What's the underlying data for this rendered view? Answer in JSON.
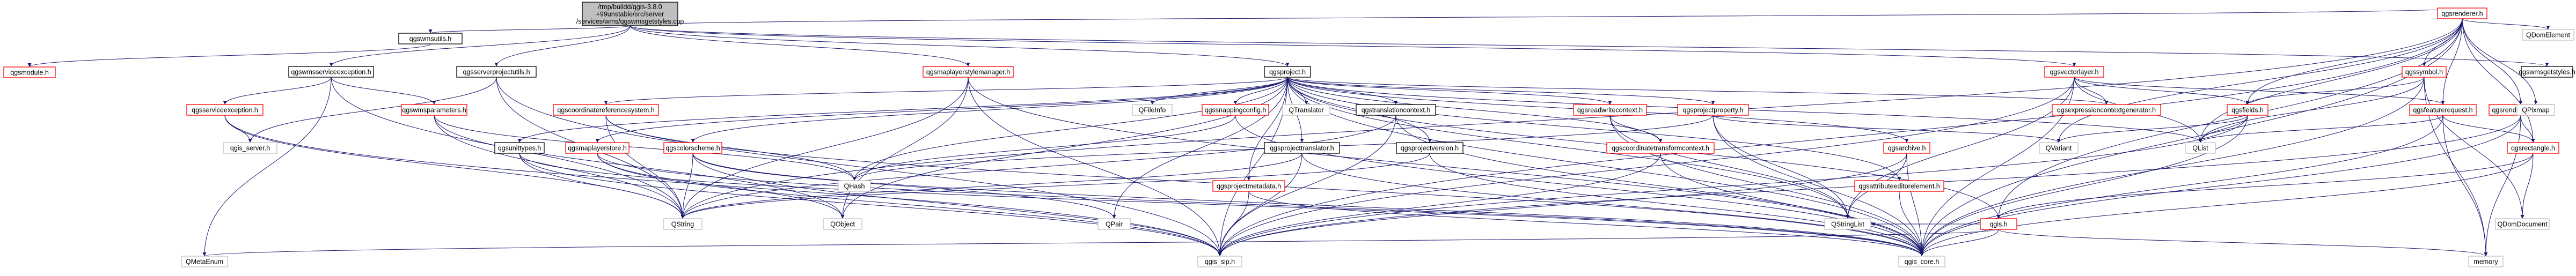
{
  "colors": {
    "edge": "#191970",
    "box_border_black": "#000000",
    "box_border_red": "#ff0000",
    "box_border_grey": "#bfbfbf",
    "box_fill_white": "#ffffff",
    "root_fill": "#bfbfbf",
    "text": "#000000"
  },
  "nodes": [
    {
      "id": "root",
      "lines": [
        "/tmp/buildd/qgis-3.8.0",
        "+99unstable/src/server",
        "/services/wms/qgswmsgetstyles.cpp"
      ],
      "kind": "root"
    },
    {
      "id": "qgswmsutils",
      "lines": [
        "qgswmsutils.h"
      ],
      "kind": "normal"
    },
    {
      "id": "qgsmodule",
      "lines": [
        "qgsmodule.h"
      ],
      "kind": "red"
    },
    {
      "id": "qgswmsserviceexception",
      "lines": [
        "qgswmsserviceexception.h"
      ],
      "kind": "normal"
    },
    {
      "id": "qgsserviceexception",
      "lines": [
        "qgsserviceexception.h"
      ],
      "kind": "red"
    },
    {
      "id": "qgis_server",
      "lines": [
        "qgis_server.h"
      ],
      "kind": "grey"
    },
    {
      "id": "qgswmsparameters",
      "lines": [
        "qgswmsparameters.h"
      ],
      "kind": "red"
    },
    {
      "id": "qgsserverprojectutils",
      "lines": [
        "qgsserverprojectutils.h"
      ],
      "kind": "normal"
    },
    {
      "id": "qgscoordinatereferencesystem",
      "lines": [
        "qgscoordinatereferencesystem.h"
      ],
      "kind": "red"
    },
    {
      "id": "qgsunittypes",
      "lines": [
        "qgsunittypes.h"
      ],
      "kind": "normal"
    },
    {
      "id": "qgsmaplayerstore",
      "lines": [
        "qgsmaplayerstore.h"
      ],
      "kind": "red"
    },
    {
      "id": "qgscolorscheme",
      "lines": [
        "qgscolorscheme.h"
      ],
      "kind": "red"
    },
    {
      "id": "qgsmaplayerstylemanager",
      "lines": [
        "qgsmaplayerstylemanager.h"
      ],
      "kind": "red"
    },
    {
      "id": "qgsproject",
      "lines": [
        "qgsproject.h"
      ],
      "kind": "normal"
    },
    {
      "id": "qgssnappingconfig",
      "lines": [
        "qgssnappingconfig.h"
      ],
      "kind": "red"
    },
    {
      "id": "qgstranslationcontext",
      "lines": [
        "qgstranslationcontext.h"
      ],
      "kind": "normal"
    },
    {
      "id": "qgsreadwritecontext",
      "lines": [
        "qgsreadwritecontext.h"
      ],
      "kind": "red"
    },
    {
      "id": "qgsprojectproperty",
      "lines": [
        "qgsprojectproperty.h"
      ],
      "kind": "red"
    },
    {
      "id": "qgsarchive",
      "lines": [
        "qgsarchive.h"
      ],
      "kind": "red"
    },
    {
      "id": "qgsprojecttranslator",
      "lines": [
        "qgsprojecttranslator.h"
      ],
      "kind": "normal"
    },
    {
      "id": "qgsprojectversion",
      "lines": [
        "qgsprojectversion.h"
      ],
      "kind": "normal"
    },
    {
      "id": "qgsprojectmetadata",
      "lines": [
        "qgsprojectmetadata.h"
      ],
      "kind": "red"
    },
    {
      "id": "qgscoordinatetransformcontext",
      "lines": [
        "qgscoordinatetransformcontext.h"
      ],
      "kind": "red"
    },
    {
      "id": "qgsattributeeditorelement",
      "lines": [
        "qgsattributeeditorelement.h"
      ],
      "kind": "red"
    },
    {
      "id": "qgsvectorlayer",
      "lines": [
        "qgsvectorlayer.h"
      ],
      "kind": "red"
    },
    {
      "id": "qgsexpressioncontextgenerator",
      "lines": [
        "qgsexpressioncontextgenerator.h"
      ],
      "kind": "red"
    },
    {
      "id": "qgsfields",
      "lines": [
        "qgsfields.h"
      ],
      "kind": "red"
    },
    {
      "id": "qgsrenderer",
      "lines": [
        "qgsrenderer.h"
      ],
      "kind": "red"
    },
    {
      "id": "qgssymbol",
      "lines": [
        "qgssymbol.h"
      ],
      "kind": "red"
    },
    {
      "id": "qgsfeaturerequest",
      "lines": [
        "qgsfeaturerequest.h"
      ],
      "kind": "red"
    },
    {
      "id": "qgsrendercontext",
      "lines": [
        "qgsrendercontext.h"
      ],
      "kind": "red"
    },
    {
      "id": "qgsrectangle",
      "lines": [
        "qgsrectangle.h"
      ],
      "kind": "red"
    },
    {
      "id": "qgswmsgetstyles",
      "lines": [
        "qgswmsgetstyles.h"
      ],
      "kind": "normal"
    },
    {
      "id": "qgsh",
      "lines": [
        "qgis.h"
      ],
      "kind": "red"
    },
    {
      "id": "qgis_sip",
      "lines": [
        "qgis_sip.h"
      ],
      "kind": "grey"
    },
    {
      "id": "qgis_core",
      "lines": [
        "qgis_core.h"
      ],
      "kind": "grey"
    },
    {
      "id": "QMetaEnum",
      "lines": [
        "QMetaEnum"
      ],
      "kind": "grey"
    },
    {
      "id": "QString",
      "lines": [
        "QString"
      ],
      "kind": "grey"
    },
    {
      "id": "QObject",
      "lines": [
        "QObject"
      ],
      "kind": "grey"
    },
    {
      "id": "QHash",
      "lines": [
        "QHash"
      ],
      "kind": "grey"
    },
    {
      "id": "QPair",
      "lines": [
        "QPair"
      ],
      "kind": "grey"
    },
    {
      "id": "QFileInfo",
      "lines": [
        "QFileInfo"
      ],
      "kind": "grey"
    },
    {
      "id": "QTranslator",
      "lines": [
        "QTranslator"
      ],
      "kind": "grey"
    },
    {
      "id": "QStringList",
      "lines": [
        "QStringList"
      ],
      "kind": "grey"
    },
    {
      "id": "QVariant",
      "lines": [
        "QVariant"
      ],
      "kind": "grey"
    },
    {
      "id": "QList",
      "lines": [
        "QList"
      ],
      "kind": "grey"
    },
    {
      "id": "QPixmap",
      "lines": [
        "QPixmap"
      ],
      "kind": "grey"
    },
    {
      "id": "QDomElement",
      "lines": [
        "QDomElement"
      ],
      "kind": "grey"
    },
    {
      "id": "QDomDocument",
      "lines": [
        "QDomDocument"
      ],
      "kind": "grey"
    },
    {
      "id": "memory",
      "lines": [
        "memory"
      ],
      "kind": "grey"
    }
  ],
  "edges": [
    [
      "root",
      "qgswmsutils"
    ],
    [
      "root",
      "qgswmsserviceexception"
    ],
    [
      "root",
      "qgsserverprojectutils"
    ],
    [
      "root",
      "qgsmaplayerstylemanager"
    ],
    [
      "root",
      "qgsproject"
    ],
    [
      "root",
      "qgsvectorlayer"
    ],
    [
      "root",
      "qgsrenderer"
    ],
    [
      "root",
      "qgswmsgetstyles"
    ],
    [
      "qgswmsutils",
      "qgsmodule"
    ],
    [
      "qgswmsserviceexception",
      "qgsserviceexception"
    ],
    [
      "qgswmsserviceexception",
      "qgswmsparameters"
    ],
    [
      "qgswmsserviceexception",
      "QString"
    ],
    [
      "qgswmsserviceexception",
      "QMetaEnum"
    ],
    [
      "qgsserviceexception",
      "qgis_server"
    ],
    [
      "qgsserviceexception",
      "QString"
    ],
    [
      "qgsserviceexception",
      "qgis_sip"
    ],
    [
      "qgswmsparameters",
      "QString"
    ],
    [
      "qgswmsparameters",
      "QObject"
    ],
    [
      "qgswmsparameters",
      "QHash"
    ],
    [
      "qgsserverprojectutils",
      "qgis_server"
    ],
    [
      "qgsserverprojectutils",
      "QString"
    ],
    [
      "qgsserverprojectutils",
      "qgis_sip"
    ],
    [
      "qgsproject",
      "qgscoordinatereferencesystem"
    ],
    [
      "qgsproject",
      "qgsunittypes"
    ],
    [
      "qgsproject",
      "qgsmaplayerstore"
    ],
    [
      "qgsproject",
      "qgscolorscheme"
    ],
    [
      "qgsproject",
      "qgssnappingconfig"
    ],
    [
      "qgsproject",
      "qgstranslationcontext"
    ],
    [
      "qgsproject",
      "qgsreadwritecontext"
    ],
    [
      "qgsproject",
      "qgsprojectproperty"
    ],
    [
      "qgsproject",
      "qgsarchive"
    ],
    [
      "qgsproject",
      "qgsprojecttranslator"
    ],
    [
      "qgsproject",
      "qgsprojectversion"
    ],
    [
      "qgsproject",
      "qgsprojectmetadata"
    ],
    [
      "qgsproject",
      "qgscoordinatetransformcontext"
    ],
    [
      "qgsproject",
      "qgsattributeeditorelement"
    ],
    [
      "qgsproject",
      "qgsexpressioncontextgenerator"
    ],
    [
      "qgsproject",
      "QFileInfo"
    ],
    [
      "qgsproject",
      "QTranslator"
    ],
    [
      "qgsproject",
      "QHash"
    ],
    [
      "qgsproject",
      "QList"
    ],
    [
      "qgsproject",
      "QStringList"
    ],
    [
      "qgsproject",
      "qgis_core"
    ],
    [
      "qgsproject",
      "qgis_sip"
    ],
    [
      "qgsproject",
      "QPair"
    ],
    [
      "qgsproject",
      "QObject"
    ],
    [
      "qgsproject",
      "qgsh"
    ],
    [
      "qgscoordinatereferencesystem",
      "QString"
    ],
    [
      "qgscoordinatereferencesystem",
      "QHash"
    ],
    [
      "qgscoordinatereferencesystem",
      "qgis_core"
    ],
    [
      "qgsunittypes",
      "QString"
    ],
    [
      "qgsunittypes",
      "qgis_core"
    ],
    [
      "qgsunittypes",
      "qgis_sip"
    ],
    [
      "qgsmaplayerstore",
      "QObject"
    ],
    [
      "qgsmaplayerstore",
      "qgis_core"
    ],
    [
      "qgsmaplayerstore",
      "qgis_sip"
    ],
    [
      "qgscolorscheme",
      "QString"
    ],
    [
      "qgscolorscheme",
      "QPair"
    ],
    [
      "qgscolorscheme",
      "qgis_core"
    ],
    [
      "qgscolorscheme",
      "qgis_sip"
    ],
    [
      "qgsmaplayerstylemanager",
      "QObject"
    ],
    [
      "qgsmaplayerstylemanager",
      "qgis_core"
    ],
    [
      "qgsmaplayerstylemanager",
      "qgis_sip"
    ],
    [
      "qgsmaplayerstylemanager",
      "QString"
    ],
    [
      "qgssnappingconfig",
      "QHash"
    ],
    [
      "qgssnappingconfig",
      "qgis_core"
    ],
    [
      "qgstranslationcontext",
      "QString"
    ],
    [
      "qgstranslationcontext",
      "qgis_core"
    ],
    [
      "qgstranslationcontext",
      "qgis_sip"
    ],
    [
      "qgsreadwritecontext",
      "qgscoordinatetransformcontext"
    ],
    [
      "qgsreadwritecontext",
      "qgis_core"
    ],
    [
      "qgsreadwritecontext",
      "QStringList"
    ],
    [
      "qgsprojectproperty",
      "QStringList"
    ],
    [
      "qgsprojectproperty",
      "QVariant"
    ],
    [
      "qgsprojectproperty",
      "qgis_core"
    ],
    [
      "qgsprojectproperty",
      "QHash"
    ],
    [
      "qgsarchive",
      "qgis_core"
    ],
    [
      "qgsarchive",
      "QStringList"
    ],
    [
      "qgsarchive",
      "qgis_sip"
    ],
    [
      "qgsprojecttranslator",
      "QString"
    ],
    [
      "qgsprojecttranslator",
      "qgis_sip"
    ],
    [
      "qgsprojecttranslator",
      "qgis_core"
    ],
    [
      "qgsprojectversion",
      "QString"
    ],
    [
      "qgsprojectversion",
      "qgis_core"
    ],
    [
      "qgsprojectmetadata",
      "qgis_sip"
    ],
    [
      "qgsprojectmetadata",
      "qgis_core"
    ],
    [
      "qgscoordinatetransformcontext",
      "qgis_core"
    ],
    [
      "qgscoordinatetransformcontext",
      "qgis_sip"
    ],
    [
      "qgsattributeeditorelement",
      "qgis_core"
    ],
    [
      "qgsvectorlayer",
      "qgsexpressioncontextgenerator"
    ],
    [
      "qgsvectorlayer",
      "qgsfields"
    ],
    [
      "qgsvectorlayer",
      "qgsfeaturerequest"
    ],
    [
      "qgsvectorlayer",
      "qgis_core"
    ],
    [
      "qgsvectorlayer",
      "QList"
    ],
    [
      "qgsvectorlayer",
      "QStringList"
    ],
    [
      "qgsvectorlayer",
      "qgis_sip"
    ],
    [
      "qgsrenderer",
      "qgssymbol"
    ],
    [
      "qgsrenderer",
      "qgsfields"
    ],
    [
      "qgsrenderer",
      "qgsfeaturerequest"
    ],
    [
      "qgsrenderer",
      "qgsrendercontext"
    ],
    [
      "qgsrenderer",
      "qgsrectangle"
    ],
    [
      "qgsrenderer",
      "qgis_core"
    ],
    [
      "qgsrenderer",
      "qgis_sip"
    ],
    [
      "qgsrenderer",
      "QPixmap"
    ],
    [
      "qgsrenderer",
      "QDomElement"
    ],
    [
      "qgsrenderer",
      "QList"
    ],
    [
      "qgsrenderer",
      "QString"
    ],
    [
      "qgsrenderer",
      "QVariant"
    ],
    [
      "qgsrenderer",
      "qgsh"
    ],
    [
      "qgssymbol",
      "qgis_core"
    ],
    [
      "qgssymbol",
      "QList"
    ],
    [
      "qgssymbol",
      "QDomDocument"
    ],
    [
      "qgssymbol",
      "memory"
    ],
    [
      "qgssymbol",
      "qgsfields"
    ],
    [
      "qgsfeaturerequest",
      "qgsrectangle"
    ],
    [
      "qgsfeaturerequest",
      "QList"
    ],
    [
      "qgsfeaturerequest",
      "qgis_core"
    ],
    [
      "qgsfeaturerequest",
      "memory"
    ],
    [
      "qgsrendercontext",
      "qgsrectangle"
    ],
    [
      "qgsrendercontext",
      "qgis_core"
    ],
    [
      "qgsrendercontext",
      "qgis_sip"
    ],
    [
      "qgsrendercontext",
      "memory"
    ],
    [
      "qgsrectangle",
      "qgis_core"
    ],
    [
      "qgsrectangle",
      "qgsh"
    ],
    [
      "qgsrectangle",
      "QDomDocument"
    ],
    [
      "qgsfields",
      "qgis_core"
    ],
    [
      "qgsfields",
      "qgis_sip"
    ],
    [
      "qgsfields",
      "QList"
    ],
    [
      "qgsfields",
      "QVariant"
    ],
    [
      "qgsh",
      "qgis_core"
    ],
    [
      "qgsh",
      "QMetaEnum"
    ],
    [
      "qgsh",
      "memory"
    ],
    [
      "qgsh",
      "QStringList"
    ]
  ]
}
